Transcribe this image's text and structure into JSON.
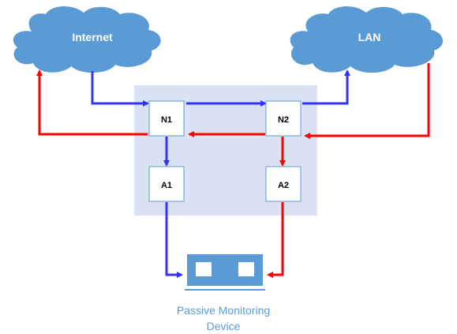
{
  "clouds": {
    "internet": {
      "label": "Internet"
    },
    "lan": {
      "label": "LAN"
    }
  },
  "nodes": {
    "n1": {
      "label": "N1"
    },
    "n2": {
      "label": "N2"
    },
    "a1": {
      "label": "A1"
    },
    "a2": {
      "label": "A2"
    }
  },
  "device": {
    "label_line1": "Passive Monitoring",
    "label_line2": "Device"
  },
  "colors": {
    "cloud": "#5b9bd5",
    "region": "#dae3f3",
    "outbound_flow": "#3333ff",
    "inbound_flow": "#ff0000",
    "device": "#5b9bd5"
  }
}
